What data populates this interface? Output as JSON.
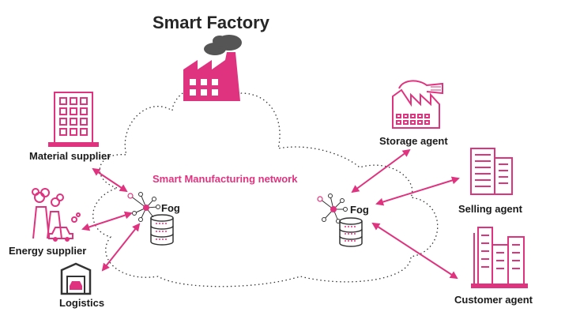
{
  "diagram": {
    "title": "Smart Factory",
    "network_label": "Smart Manufacturing network",
    "fog_left": "Fog",
    "fog_right": "Fog",
    "nodes": {
      "material_supplier": "Material supplier",
      "energy_supplier": "Energy supplier",
      "logistics": "Logistics",
      "storage_agent": "Storage agent",
      "selling_agent": "Selling agent",
      "customer_agent": "Customer agent"
    }
  },
  "colors": {
    "accent": "#e0337f",
    "smoke": "#555555",
    "text": "#1a1a1a"
  }
}
